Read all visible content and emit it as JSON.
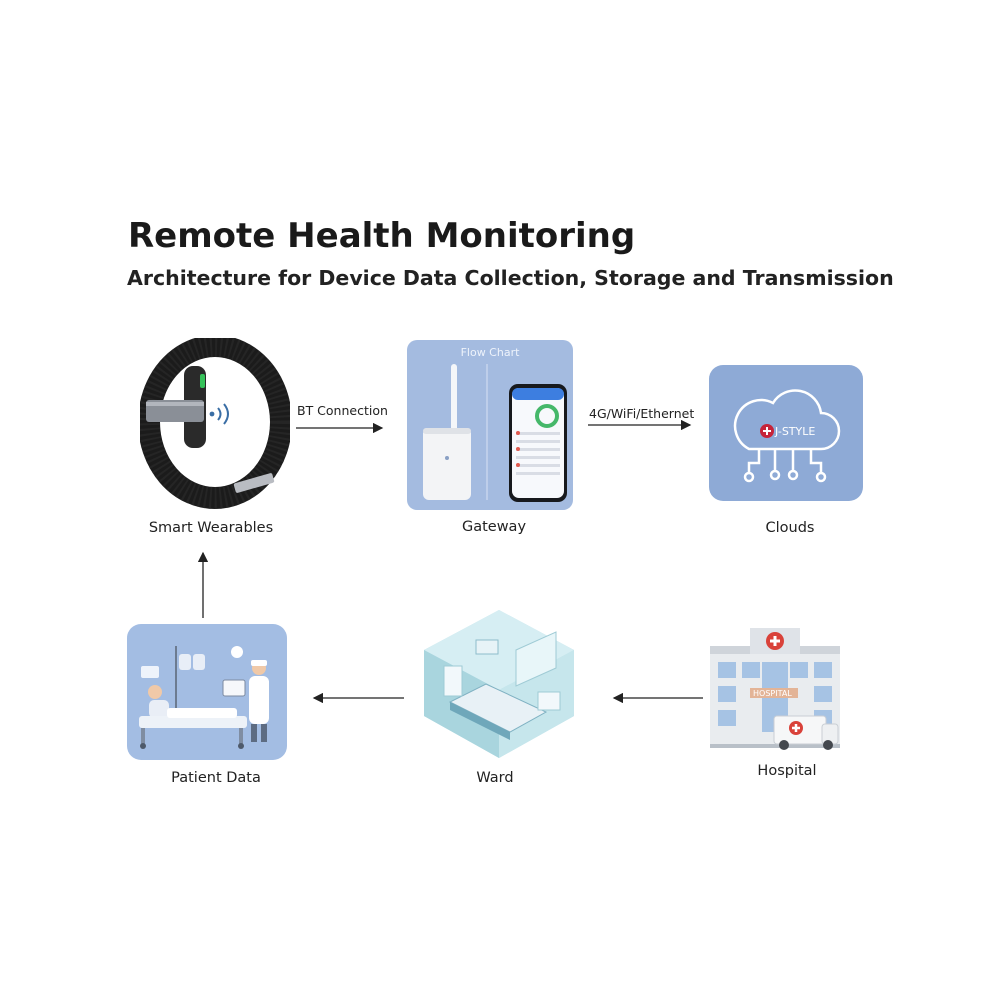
{
  "header": {
    "title": "Remote Health Monitoring",
    "subtitle": "Architecture for Device Data Collection, Storage and Transmission"
  },
  "nodes": {
    "smart_wearables": {
      "label": "Smart Wearables",
      "icon": "smartband-icon"
    },
    "gateway": {
      "label": "Gateway",
      "panel_title": "Flow Chart",
      "icon": "gateway-router-icon"
    },
    "clouds": {
      "label": "Clouds",
      "logo_text": "J-STYLE",
      "icon": "cloud-icon"
    },
    "hospital": {
      "label": "Hospital",
      "sign_text": "HOSPITAL",
      "icon": "hospital-building-icon"
    },
    "ward": {
      "label": "Ward",
      "icon": "ward-room-icon"
    },
    "patient_data": {
      "label": "Patient Data",
      "icon": "patient-bed-icon"
    }
  },
  "edges": {
    "wearable_to_gateway": "BT Connection",
    "gateway_to_cloud": "4G/WiFi/Ethernet"
  },
  "colors": {
    "tile_blue": "#8fa9d6",
    "tile_blue_light": "#a9bde2",
    "band_black": "#1b1b1b",
    "hospital_red": "#d9423a"
  }
}
